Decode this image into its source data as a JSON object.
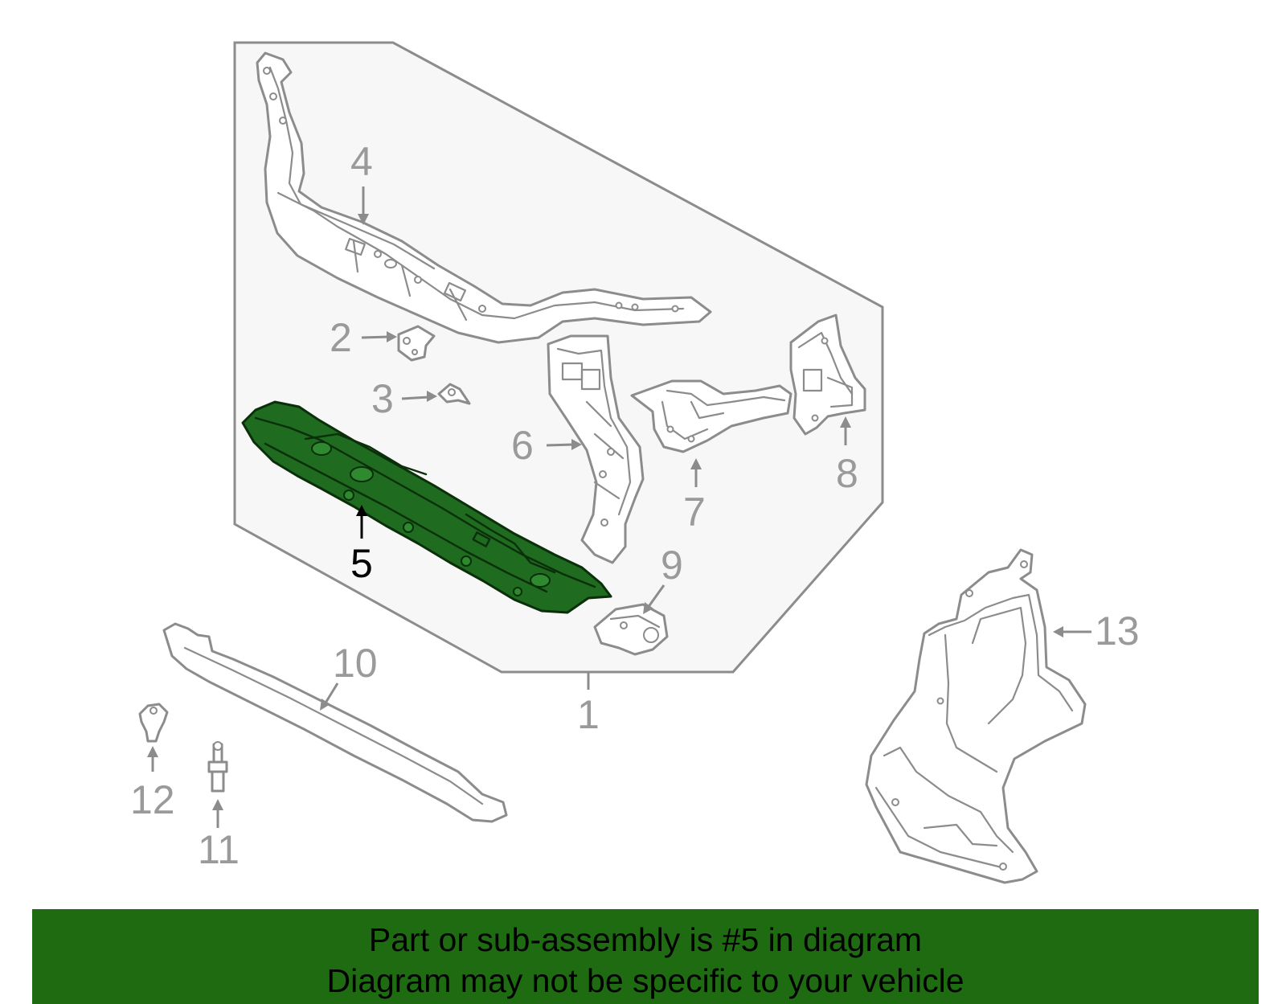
{
  "callouts": {
    "c1": "1",
    "c2": "2",
    "c3": "3",
    "c4": "4",
    "c5": "5",
    "c6": "6",
    "c7": "7",
    "c8": "8",
    "c9": "9",
    "c10": "10",
    "c11": "11",
    "c12": "12",
    "c13": "13"
  },
  "highlight": {
    "part_number": "5",
    "color": "#1f6b1f"
  },
  "banner": {
    "line1": "Part or sub-assembly is #5 in diagram",
    "line2": "Diagram may not be specific to your vehicle",
    "background": "#1e6b12"
  },
  "colors": {
    "line_gray": "#8c8c8c",
    "callout_gray": "#9a9a9a",
    "panel_fill": "#f7f7f7"
  }
}
